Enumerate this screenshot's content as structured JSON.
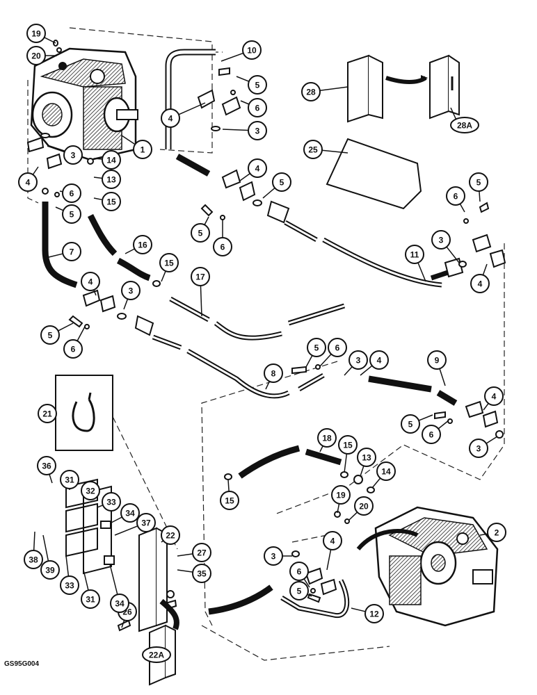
{
  "footer_code": "GS95G004",
  "callouts": [
    {
      "id": "c1",
      "label": "1"
    },
    {
      "id": "c2",
      "label": "2"
    },
    {
      "id": "c3a",
      "label": "3"
    },
    {
      "id": "c3b",
      "label": "3"
    },
    {
      "id": "c3c",
      "label": "3"
    },
    {
      "id": "c3d",
      "label": "3"
    },
    {
      "id": "c3e",
      "label": "3"
    },
    {
      "id": "c3f",
      "label": "3"
    },
    {
      "id": "c3g",
      "label": "3"
    },
    {
      "id": "c4a",
      "label": "4"
    },
    {
      "id": "c4b",
      "label": "4"
    },
    {
      "id": "c4c",
      "label": "4"
    },
    {
      "id": "c4d",
      "label": "4"
    },
    {
      "id": "c4e",
      "label": "4"
    },
    {
      "id": "c4f",
      "label": "4"
    },
    {
      "id": "c4g",
      "label": "4"
    },
    {
      "id": "c4h",
      "label": "4"
    },
    {
      "id": "c5a",
      "label": "5"
    },
    {
      "id": "c5b",
      "label": "5"
    },
    {
      "id": "c5c",
      "label": "5"
    },
    {
      "id": "c5d",
      "label": "5"
    },
    {
      "id": "c5e",
      "label": "5"
    },
    {
      "id": "c5f",
      "label": "5"
    },
    {
      "id": "c5g",
      "label": "5"
    },
    {
      "id": "c5h",
      "label": "5"
    },
    {
      "id": "c5i",
      "label": "5"
    },
    {
      "id": "c6a",
      "label": "6"
    },
    {
      "id": "c6b",
      "label": "6"
    },
    {
      "id": "c6c",
      "label": "6"
    },
    {
      "id": "c6d",
      "label": "6"
    },
    {
      "id": "c6e",
      "label": "6"
    },
    {
      "id": "c6f",
      "label": "6"
    },
    {
      "id": "c6g",
      "label": "6"
    },
    {
      "id": "c6h",
      "label": "6"
    },
    {
      "id": "c7",
      "label": "7"
    },
    {
      "id": "c8",
      "label": "8"
    },
    {
      "id": "c9",
      "label": "9"
    },
    {
      "id": "c10",
      "label": "10"
    },
    {
      "id": "c11",
      "label": "11"
    },
    {
      "id": "c12",
      "label": "12"
    },
    {
      "id": "c13a",
      "label": "13"
    },
    {
      "id": "c13b",
      "label": "13"
    },
    {
      "id": "c14a",
      "label": "14"
    },
    {
      "id": "c14b",
      "label": "14"
    },
    {
      "id": "c15a",
      "label": "15"
    },
    {
      "id": "c15b",
      "label": "15"
    },
    {
      "id": "c15c",
      "label": "15"
    },
    {
      "id": "c15d",
      "label": "15"
    },
    {
      "id": "c16",
      "label": "16"
    },
    {
      "id": "c17",
      "label": "17"
    },
    {
      "id": "c18",
      "label": "18"
    },
    {
      "id": "c19a",
      "label": "19"
    },
    {
      "id": "c19b",
      "label": "19"
    },
    {
      "id": "c20a",
      "label": "20"
    },
    {
      "id": "c20b",
      "label": "20"
    },
    {
      "id": "c21",
      "label": "21"
    },
    {
      "id": "c22",
      "label": "22"
    },
    {
      "id": "c22a",
      "label": "22A"
    },
    {
      "id": "c25",
      "label": "25"
    },
    {
      "id": "c26",
      "label": "26"
    },
    {
      "id": "c27",
      "label": "27"
    },
    {
      "id": "c28",
      "label": "28"
    },
    {
      "id": "c28a",
      "label": "28A"
    },
    {
      "id": "c31a",
      "label": "31"
    },
    {
      "id": "c31b",
      "label": "31"
    },
    {
      "id": "c32",
      "label": "32"
    },
    {
      "id": "c33a",
      "label": "33"
    },
    {
      "id": "c33b",
      "label": "33"
    },
    {
      "id": "c34a",
      "label": "34"
    },
    {
      "id": "c34b",
      "label": "34"
    },
    {
      "id": "c35",
      "label": "35"
    },
    {
      "id": "c36",
      "label": "36"
    },
    {
      "id": "c37",
      "label": "37"
    },
    {
      "id": "c38",
      "label": "38"
    },
    {
      "id": "c39",
      "label": "39"
    }
  ]
}
